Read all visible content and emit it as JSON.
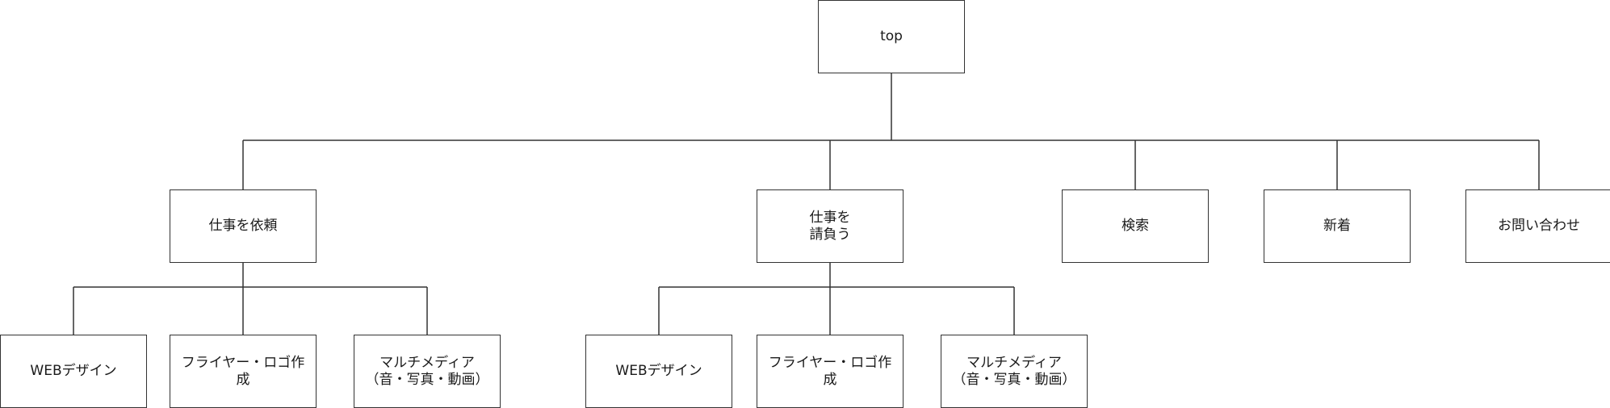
{
  "diagram": {
    "type": "tree",
    "root": {
      "label": "top"
    },
    "level1": [
      {
        "label": "仕事を依頼"
      },
      {
        "label": "仕事を\n請負う"
      },
      {
        "label": "検索"
      },
      {
        "label": "新着"
      },
      {
        "label": "お問い合わせ"
      }
    ],
    "level2": [
      {
        "label": "WEBデザイン",
        "parent": "仕事を依頼"
      },
      {
        "label": "フライヤー・ロゴ作\n成",
        "parent": "仕事を依頼"
      },
      {
        "label": "マルチメディア\n（音・写真・動画）",
        "parent": "仕事を依頼"
      },
      {
        "label": "WEBデザイン",
        "parent": "仕事を\n請負う"
      },
      {
        "label": "フライヤー・ロゴ作\n成",
        "parent": "仕事を\n請負う"
      },
      {
        "label": "マルチメディア\n（音・写真・動画）",
        "parent": "仕事を\n請負う"
      }
    ],
    "colors": {
      "line": "#333333",
      "box_border": "#333333",
      "background": "#ffffff",
      "text": "#1a1a1a"
    }
  }
}
